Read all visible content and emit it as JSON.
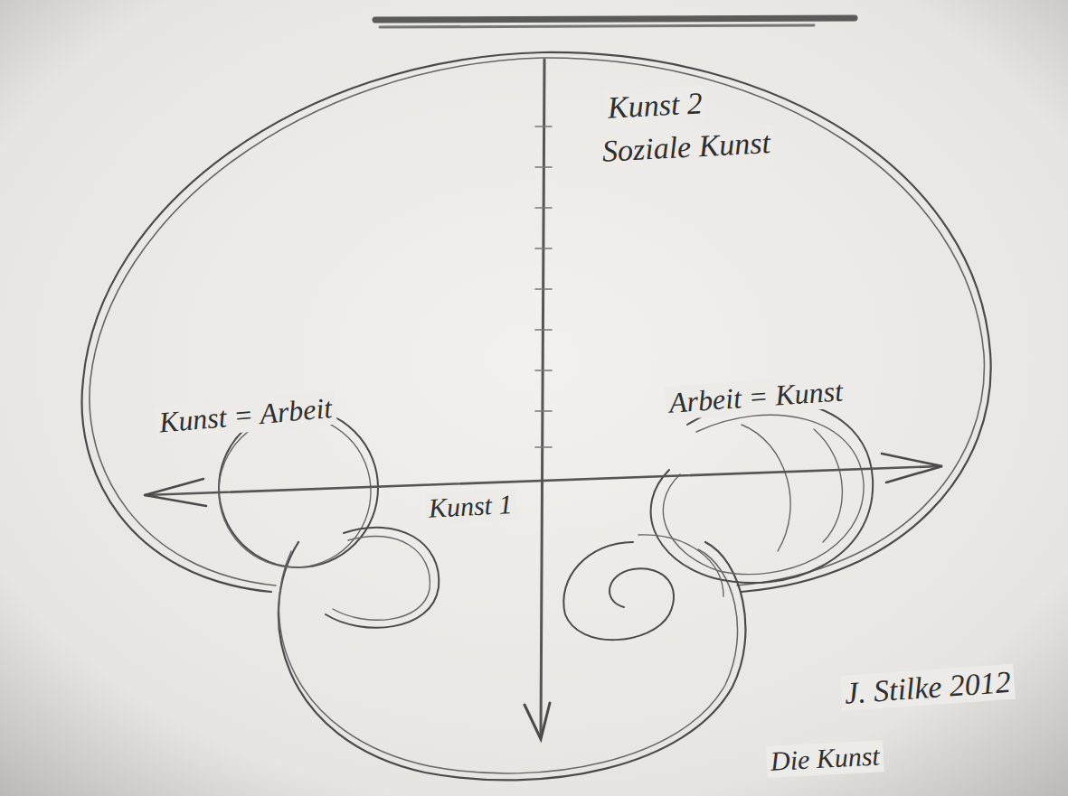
{
  "diagram": {
    "labels": [
      "Kunst 2",
      "Soziale Kunst",
      "Kunst = Arbeit",
      "Arbeit = Kunst",
      "Kunst 1",
      "J. Stilke 2012",
      "Die Kunst"
    ]
  }
}
